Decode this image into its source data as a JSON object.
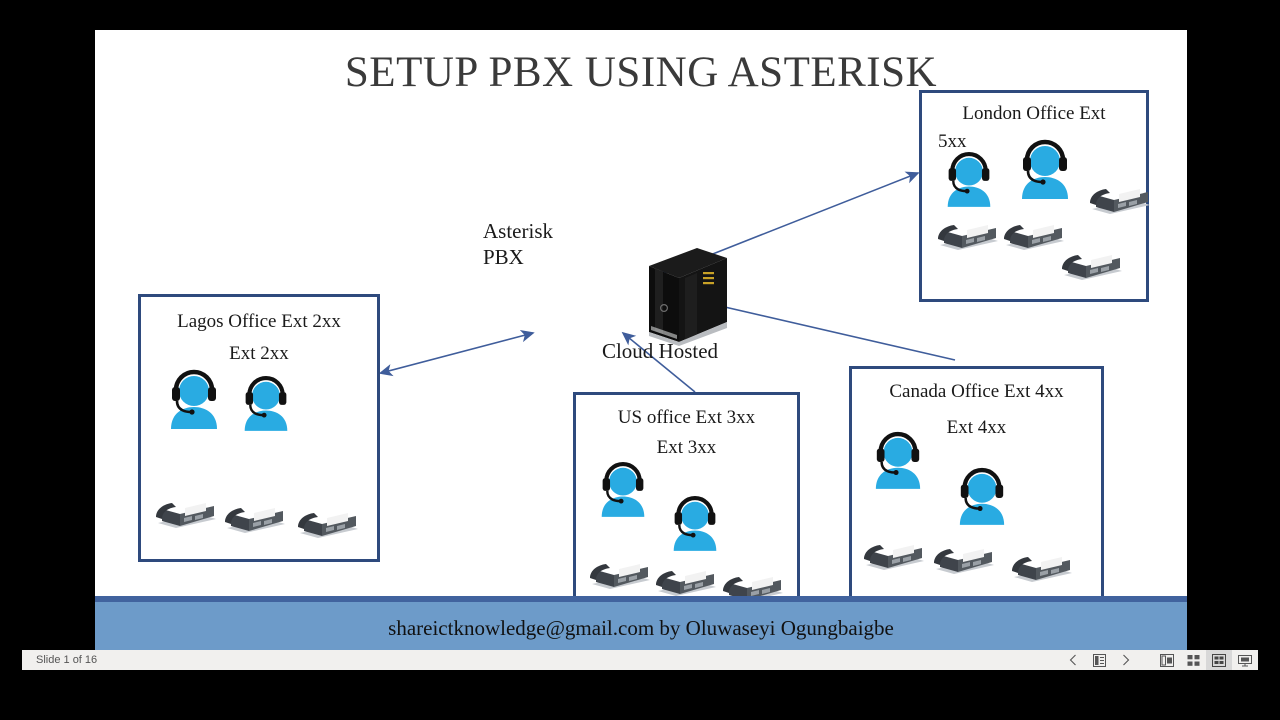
{
  "slide": {
    "title": "SETUP PBX USING ASTERISK",
    "server": {
      "label_left": "Asterisk\nPBX",
      "label_left_line1": "Asterisk",
      "label_left_line2": "PBX",
      "label_bottom": "Cloud Hosted",
      "icon": "server-tower-icon"
    },
    "offices": [
      {
        "id": "lagos",
        "title": "Lagos Office Ext 2xx",
        "subtitle": "Ext 2xx",
        "agents": 2,
        "phones": 3
      },
      {
        "id": "london",
        "title": "London Office Ext",
        "subtitle": "5xx",
        "agents": 2,
        "phones": 4
      },
      {
        "id": "us",
        "title": "US office Ext 3xx",
        "subtitle": "Ext 3xx",
        "agents": 2,
        "phones": 3
      },
      {
        "id": "canada",
        "title": "Canada Office Ext 4xx",
        "subtitle": "Ext 4xx",
        "agents": 2,
        "phones": 3
      }
    ],
    "footer": {
      "text": "shareictknowledge@gmail.com by Oluwaseyi Ogungbaigbe"
    },
    "colors": {
      "box_border": "#2e4a7d",
      "arrow": "#3f5d9b",
      "agent_blue": "#29abe2",
      "phone_dark": "#4a4f56",
      "footer_band": "#6d9bc9",
      "footer_stripe": "#41639e",
      "title_text": "#3a3a3a"
    }
  },
  "status_bar": {
    "slide_count": "Slide 1 of 16",
    "buttons": [
      {
        "name": "previous-slide-button",
        "icon": "chevron-left-icon",
        "label": "‹",
        "active": false
      },
      {
        "name": "slide-panel-button",
        "icon": "slide-panel-icon",
        "label": "",
        "active": false
      },
      {
        "name": "next-slide-button",
        "icon": "chevron-right-icon",
        "label": "›",
        "active": false
      },
      {
        "name": "normal-view-button",
        "icon": "normal-view-icon",
        "label": "",
        "active": false
      },
      {
        "name": "slide-sorter-button",
        "icon": "slide-sorter-icon",
        "label": "",
        "active": false
      },
      {
        "name": "reading-view-button",
        "icon": "reading-view-icon",
        "label": "",
        "active": true
      },
      {
        "name": "slideshow-button",
        "icon": "slideshow-icon",
        "label": "",
        "active": false
      }
    ]
  }
}
